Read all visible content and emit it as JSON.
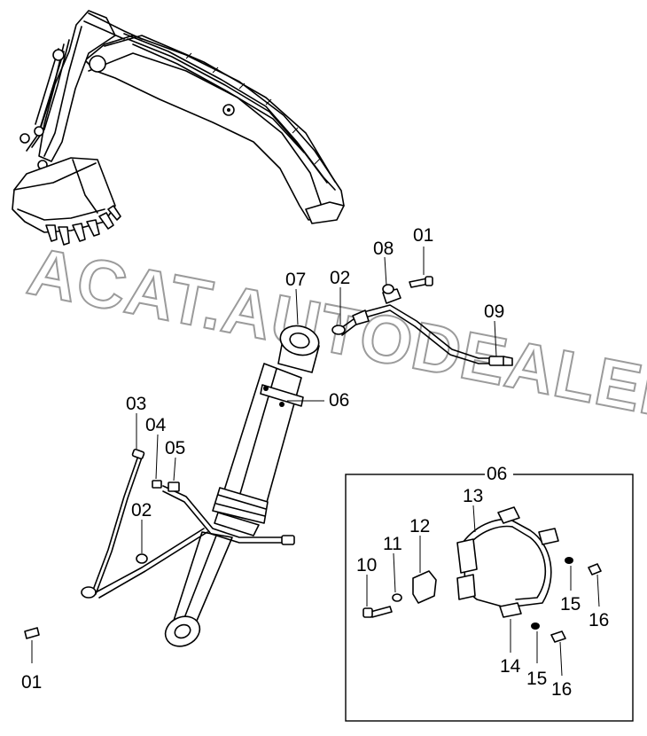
{
  "diagram": {
    "watermark": "ACAT.AUTODEALER.RU",
    "detail_box_label": "06",
    "callouts": {
      "c01_top": "01",
      "c08": "08",
      "c07": "07",
      "c02_top": "02",
      "c09": "09",
      "c06": "06",
      "c03": "03",
      "c04": "04",
      "c05": "05",
      "c02_left": "02",
      "c01_bottom": "01",
      "c13": "13",
      "c12": "12",
      "c11": "11",
      "c10": "10",
      "c14": "14",
      "c15_upper": "15",
      "c16_upper": "16",
      "c15_lower": "15",
      "c16_lower": "16"
    }
  }
}
